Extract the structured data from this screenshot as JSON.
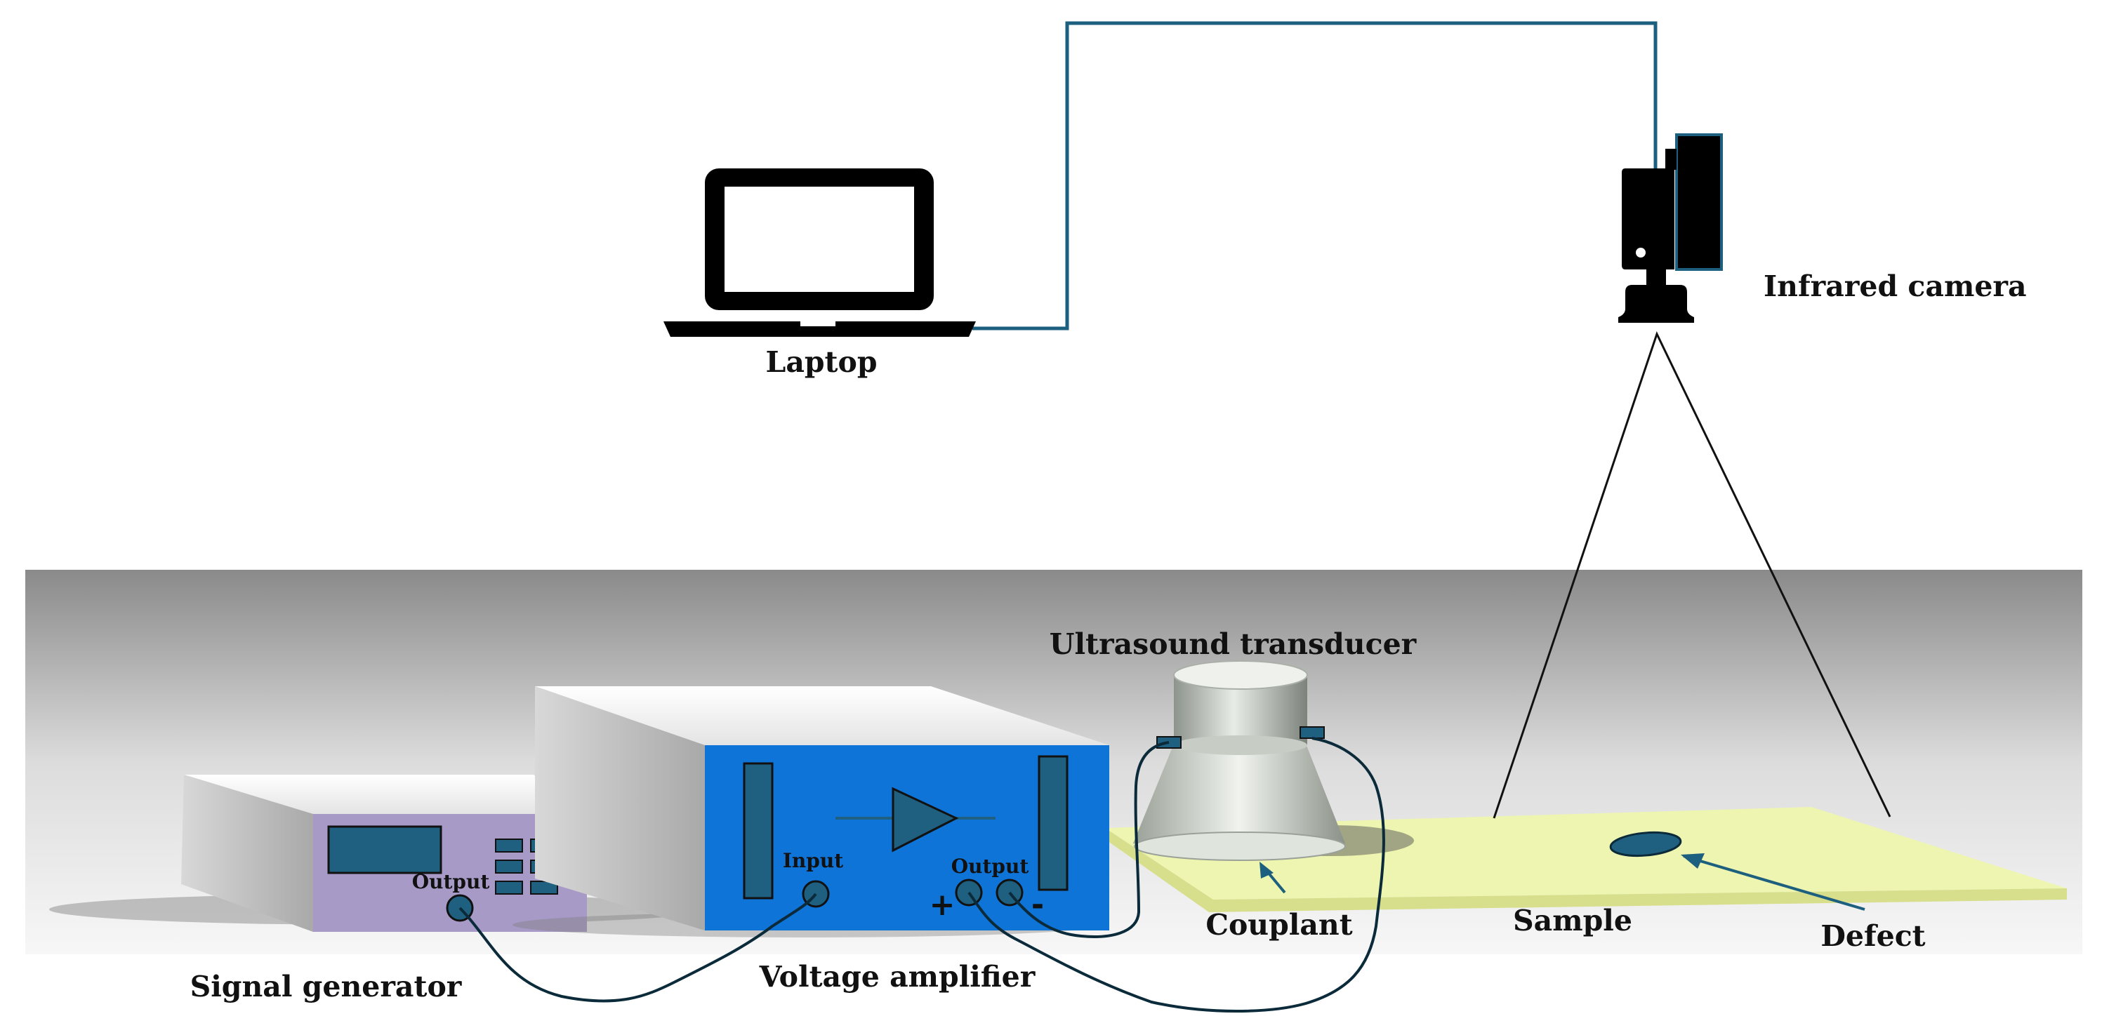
{
  "labels": {
    "laptop": "Laptop",
    "infrared_camera": "Infrared camera",
    "ultrasound_transducer": "Ultrasound transducer",
    "signal_generator": "Signal generator",
    "voltage_amplifier": "Voltage amplifier",
    "couplant": "Couplant",
    "sample": "Sample",
    "defect": "Defect"
  },
  "ports": {
    "generator_output": "Output",
    "amplifier_input": "Input",
    "amplifier_output": "Output",
    "plus": "+",
    "minus": "-"
  },
  "icons": [
    "laptop-icon",
    "infrared-camera-icon",
    "amplifier-triangle-icon"
  ],
  "colors": {
    "wire": "#1d5f7e",
    "port": "#1f6080",
    "amplifier_front": "#0f74d8",
    "generator_front": "#a79ac7",
    "sample": "#eef5b0",
    "backdrop_top": "#8a8a8a"
  }
}
